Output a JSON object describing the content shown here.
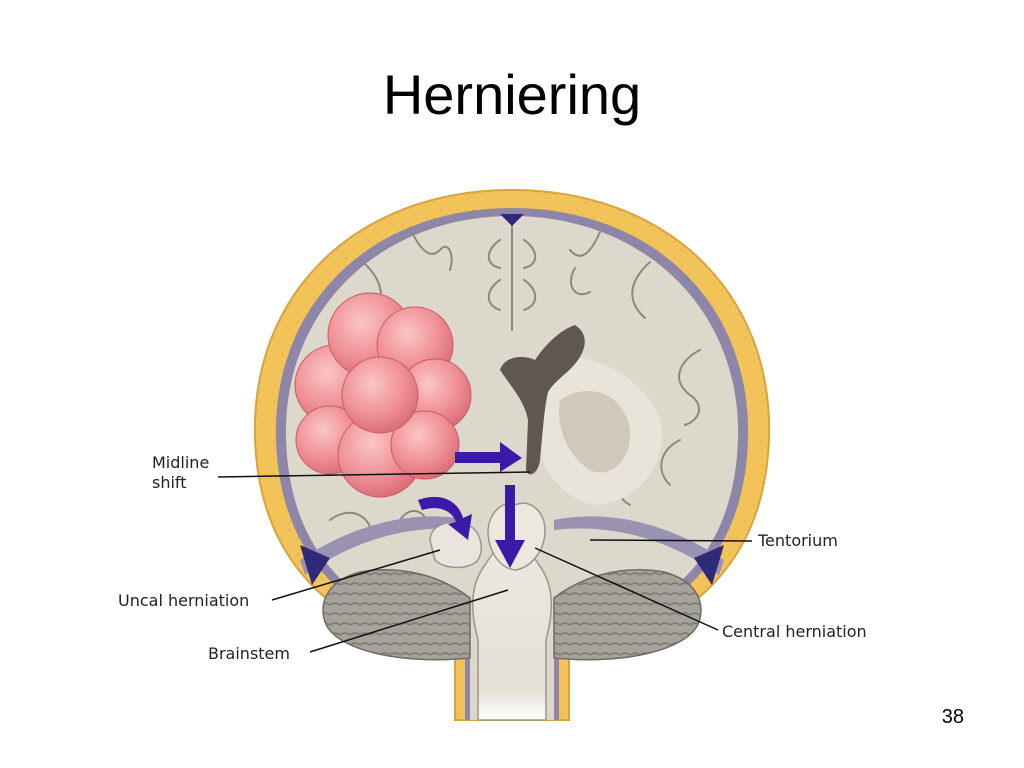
{
  "slide": {
    "title": "Herniering",
    "page_number": "38"
  },
  "figure": {
    "labels": {
      "midline_shift_line1": "Midline",
      "midline_shift_line2": "shift",
      "tentorium": "Tentorium",
      "uncal_herniation": "Uncal herniation",
      "brainstem": "Brainstem",
      "central_herniation": "Central herniation"
    },
    "colors": {
      "skull": "#f2c45a",
      "brain": "#ddd8cc",
      "tumor": "#ef8f95",
      "arrow": "#3d1aa6",
      "ventricle": "#5e5850",
      "cerebellum": "#9b9890"
    }
  }
}
